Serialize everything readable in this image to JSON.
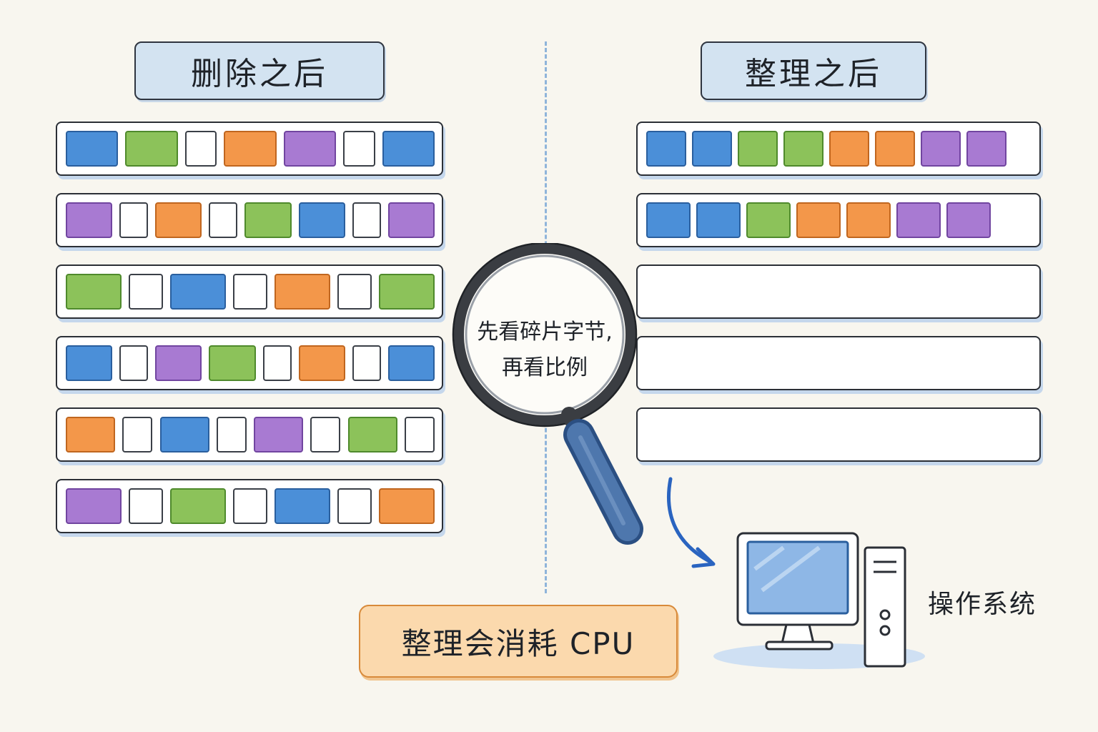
{
  "left": {
    "title": "删除之后",
    "rows": [
      [
        "blue",
        "green",
        "empty",
        "orange",
        "purple",
        "empty",
        "blue"
      ],
      [
        "purple",
        "empty",
        "orange",
        "empty",
        "green",
        "blue",
        "empty",
        "purple"
      ],
      [
        "green",
        "empty",
        "blue",
        "empty",
        "orange",
        "empty",
        "green"
      ],
      [
        "blue",
        "empty",
        "purple",
        "green",
        "empty",
        "orange",
        "empty",
        "blue"
      ],
      [
        "orange",
        "empty",
        "blue",
        "empty",
        "purple",
        "empty",
        "green",
        "empty"
      ],
      [
        "purple",
        "empty",
        "green",
        "empty",
        "blue",
        "empty",
        "orange"
      ]
    ]
  },
  "right": {
    "title": "整理之后",
    "rows": [
      [
        "blue",
        "blue",
        "green",
        "green",
        "orange",
        "orange",
        "purple",
        "purple"
      ],
      [
        "blue",
        "blue",
        "green",
        "orange",
        "orange",
        "purple",
        "purple"
      ],
      [],
      [],
      []
    ]
  },
  "magnifier": {
    "line1": "先看碎片字节,",
    "line2": "再看比例"
  },
  "cpu_note": "整理会消耗 CPU",
  "os_label": "操作系统",
  "colors": {
    "blue": "#4b8fd8",
    "green": "#8cc25a",
    "orange": "#f3974a",
    "purple": "#a87ad2",
    "empty": "#ffffff",
    "title_bg": "#d3e3f1",
    "cpu_bg": "#fbd9ad"
  }
}
